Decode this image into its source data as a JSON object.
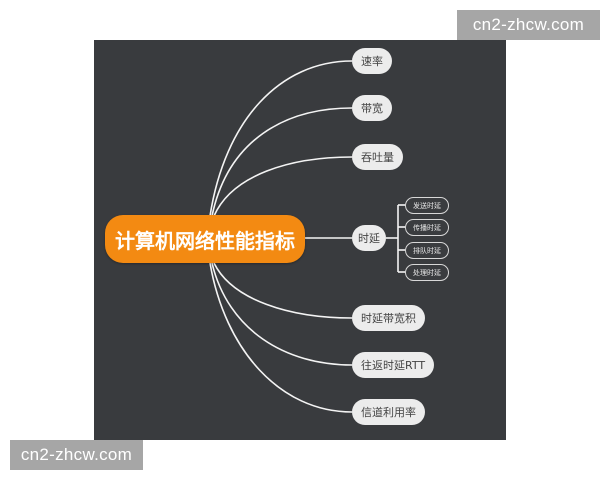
{
  "mindmap": {
    "root": {
      "label": "计算机网络性能指标",
      "color": "#f38a12"
    },
    "branches": [
      {
        "label": "速率"
      },
      {
        "label": "带宽"
      },
      {
        "label": "吞吐量"
      },
      {
        "label": "时延",
        "children": [
          {
            "label": "发送时延"
          },
          {
            "label": "传播时延"
          },
          {
            "label": "排队时延"
          },
          {
            "label": "处理时延"
          }
        ]
      },
      {
        "label": "时延带宽积"
      },
      {
        "label": "往返时延RTT"
      },
      {
        "label": "信道利用率"
      }
    ],
    "background_color": "#393b3e",
    "line_color": "#ffffff"
  },
  "watermarks": {
    "top_right": "cn2-zhcw.com",
    "bottom_left": "cn2-zhcw.com"
  }
}
